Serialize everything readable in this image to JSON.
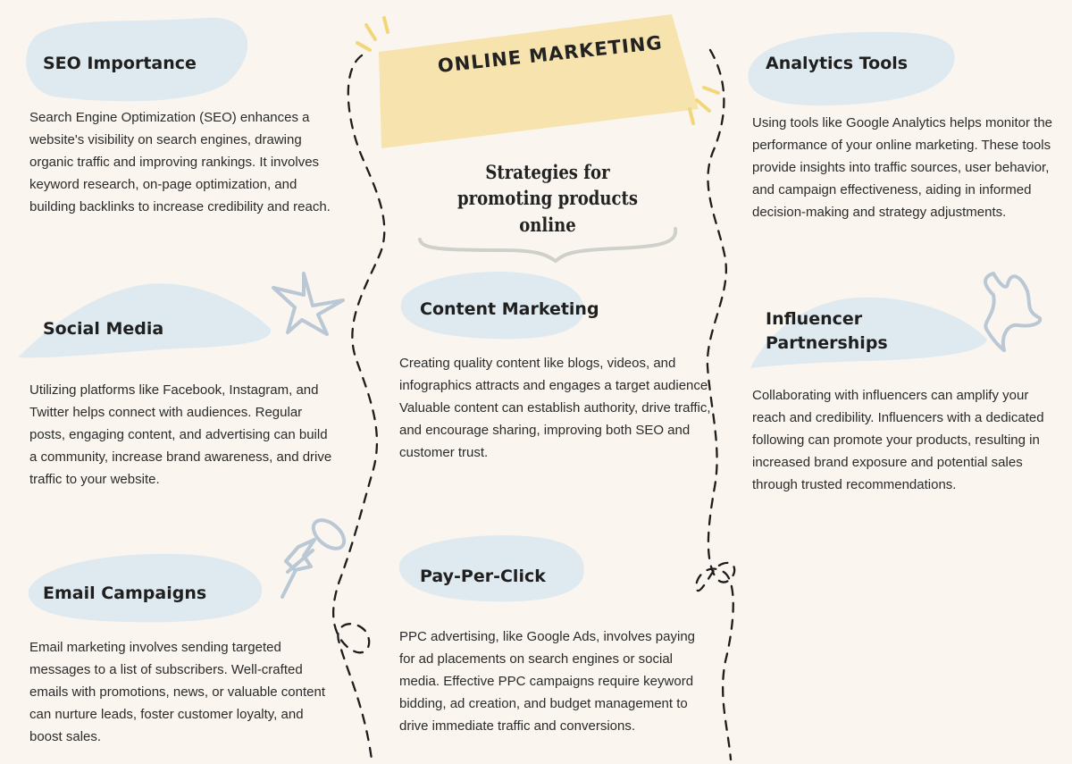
{
  "title": "ONLINE MARKETING",
  "subtitle": "Strategies for promoting products online",
  "colors": {
    "background": "#faf6ef",
    "blob": "#dfeaf0",
    "note": "#f7e3ae",
    "accent": "#f2d77a",
    "line": "#1d1d1d",
    "doodle": "#b9c8d4"
  },
  "icons": [
    "star-doodle-icon",
    "pushpin-icon",
    "sparkle-doodle-icon",
    "brace-doodle-icon"
  ],
  "sections": {
    "seo": {
      "heading": "SEO Importance",
      "text": "Search Engine Optimization (SEO) enhances a website's visibility on search engines, drawing organic traffic and improving rankings. It involves keyword research, on-page optimization, and building backlinks to increase credibility and reach."
    },
    "social": {
      "heading": "Social Media",
      "text": "Utilizing platforms like Facebook, Instagram, and Twitter helps connect with audiences. Regular posts, engaging content, and advertising can build a community, increase brand awareness, and drive traffic to your website."
    },
    "email": {
      "heading": "Email Campaigns",
      "text": "Email marketing involves sending targeted messages to a list of subscribers. Well-crafted emails with promotions, news, or valuable content can nurture leads, foster customer loyalty, and boost sales."
    },
    "content": {
      "heading": "Content Marketing",
      "text": "Creating quality content like blogs, videos, and infographics attracts and engages a target audience. Valuable content can establish authority, drive traffic, and encourage sharing, improving both SEO and customer trust."
    },
    "ppc": {
      "heading": "Pay-Per-Click",
      "text": "PPC advertising, like Google Ads, involves paying for ad placements on search engines or social media. Effective PPC campaigns require keyword bidding, ad creation, and budget management to drive immediate traffic and conversions."
    },
    "analytics": {
      "heading": "Analytics Tools",
      "text": "Using tools like Google Analytics helps monitor the performance of your online marketing. These tools provide insights into traffic sources, user behavior, and campaign effectiveness, aiding in informed decision-making and strategy adjustments."
    },
    "influencer": {
      "heading": "Influencer Partnerships",
      "text": "Collaborating with influencers can amplify your reach and credibility. Influencers with a dedicated following can promote your products, resulting in increased brand exposure and potential sales through trusted recommendations."
    }
  }
}
